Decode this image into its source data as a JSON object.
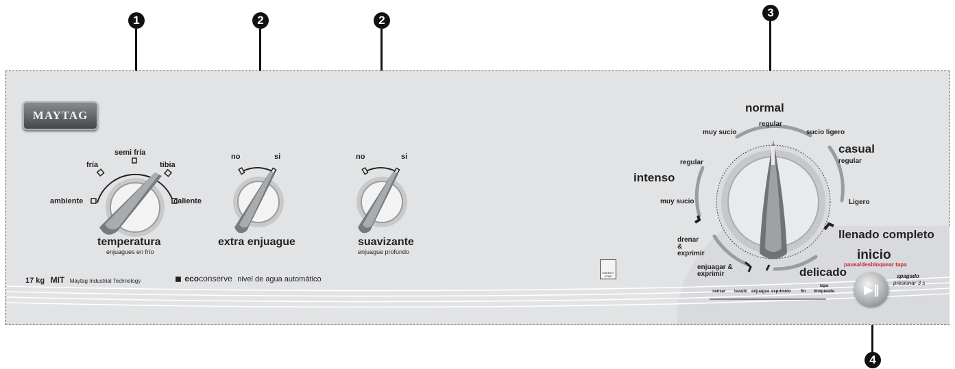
{
  "callouts": [
    "1",
    "2",
    "2",
    "3",
    "4"
  ],
  "brand": {
    "logo": "MAYTAG"
  },
  "knobs": {
    "temperature": {
      "label": "temperatura",
      "sublabel": "enjuagues en frío",
      "positions": [
        "ambiente",
        "fría",
        "semi fría",
        "tibia",
        "caliente"
      ]
    },
    "extra_rinse": {
      "label": "extra enjuague",
      "positions": [
        "no",
        "si"
      ]
    },
    "softener": {
      "label": "suavizante",
      "sublabel": "enjuague profundo",
      "positions": [
        "no",
        "si"
      ]
    }
  },
  "cycle_dial": {
    "groups": {
      "normal": "normal",
      "casual": "casual",
      "intenso": "intenso",
      "llenado": "llenado completo",
      "delicado": "delicado"
    },
    "settings": {
      "regular_top": "regular",
      "muy_sucio_top": "muy sucio",
      "sucio_ligero": "sucio ligero",
      "regular_casual": "regular",
      "ligero": "Ligero",
      "regular_intenso": "regular",
      "muy_sucio_intenso": "muy sucio",
      "drenar": "drenar & exprimir",
      "enjuagar": "enjuagar & exprimir"
    },
    "status_lights": [
      "sensar",
      "lavado",
      "enjuague",
      "exprimido",
      "fin",
      "tapa bloqueada"
    ]
  },
  "start": {
    "label": "inicio",
    "sublabel": "pausa/desbloquear tapa",
    "off_label": "apagado",
    "off_hint": "presionar 3 s",
    "icon": "play-pause-icon"
  },
  "footer": {
    "capacity": "17 kg",
    "mit": "MIT",
    "mit_text": "Maytag Industrial Technology",
    "eco_bold": "eco",
    "eco_name": "conserve",
    "eco_text": "nivel de agua automático",
    "energy_star": "ENERGY STAR"
  },
  "colors": {
    "panel": "#e2e3e5",
    "accent_red": "#c0282d",
    "callout": "#111111"
  }
}
